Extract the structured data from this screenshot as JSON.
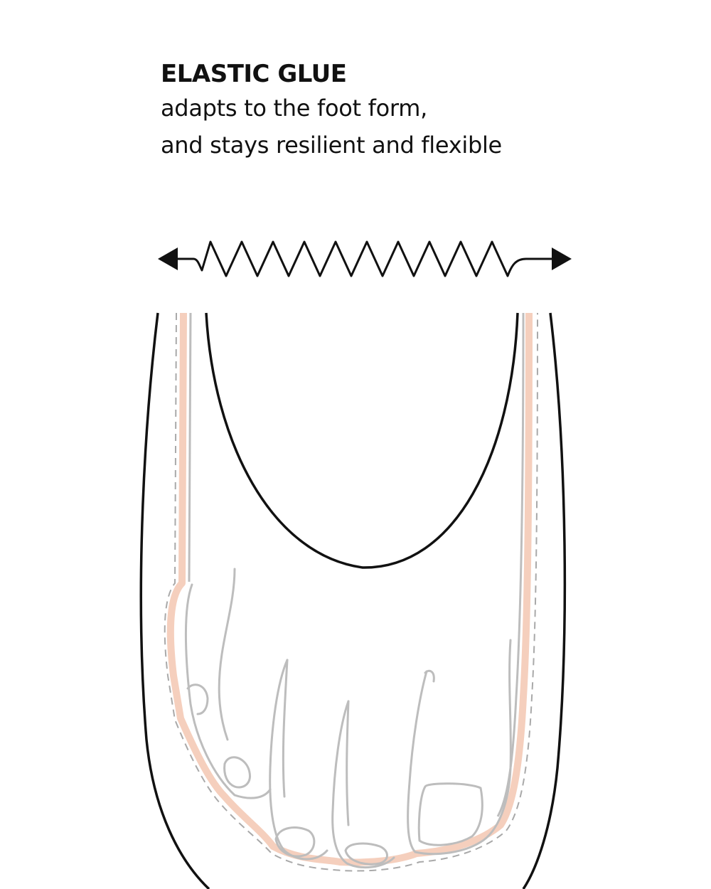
{
  "caption": {
    "title": "ELASTIC GLUE",
    "lines": [
      "adapts to the foot form,",
      "and stays resilient and flexible"
    ]
  },
  "colors": {
    "outline": "#111111",
    "glue_band": "#f5cfbd",
    "foot_outline": "#bdbdbd",
    "background": "#ffffff"
  },
  "icons": {
    "stretch_indicator": "double-headed-wavy-arrow-icon"
  }
}
